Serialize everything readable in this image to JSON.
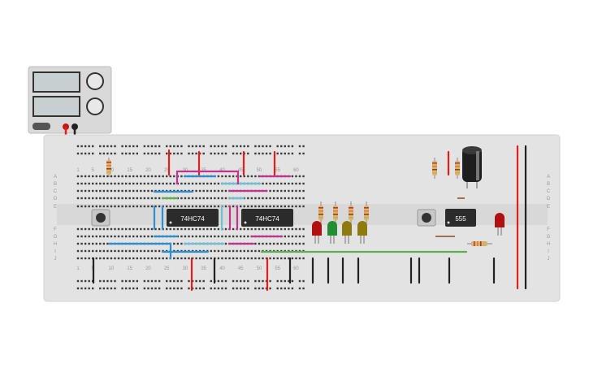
{
  "power_supply": {
    "display_top": "",
    "display_bottom": "",
    "knob_top_label": "",
    "knob_bottom_label": ""
  },
  "breadboard": {
    "column_labels": [
      "1",
      "5",
      "10",
      "15",
      "20",
      "25",
      "30",
      "35",
      "40",
      "45",
      "50",
      "55",
      "60"
    ],
    "row_labels": [
      "A",
      "B",
      "C",
      "D",
      "E",
      "F",
      "G",
      "H",
      "I",
      "J"
    ]
  },
  "chips": [
    {
      "label": "74HC74"
    },
    {
      "label": "74HC74"
    },
    {
      "label": "555"
    }
  ],
  "components": {
    "leds": [
      "red",
      "green",
      "yellow",
      "yellow",
      "red"
    ],
    "capacitor": "electrolytic-capacitor",
    "pushbuttons": 2
  },
  "colors": {
    "board": "#e3e3e3",
    "wire_red": "#e0201a",
    "wire_black": "#222222",
    "wire_blue": "#2d8ed2",
    "wire_light_blue": "#6cc0d8",
    "wire_magenta": "#c2338f",
    "wire_green": "#59b24a",
    "chip": "#2b2b2b",
    "led_red": "#b01010",
    "led_green": "#1f8f2f",
    "led_yellow": "#8f7a10"
  }
}
